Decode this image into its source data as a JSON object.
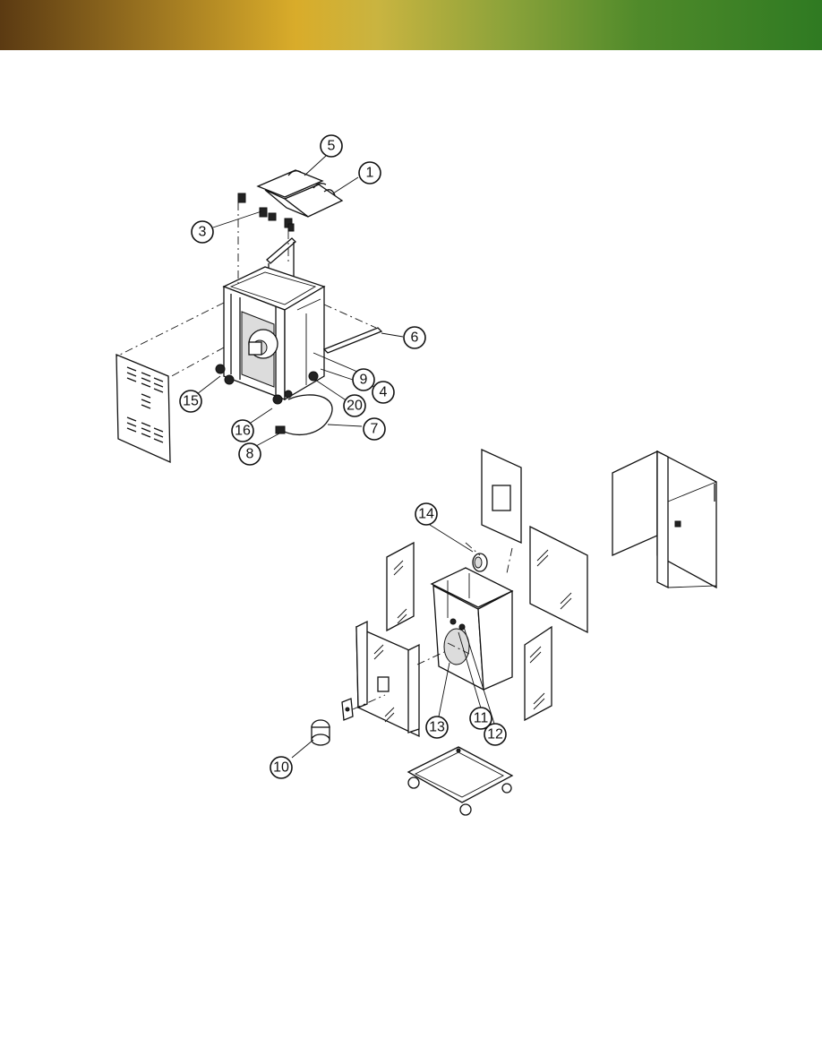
{
  "header": {
    "band_colors": [
      "#5b3a12",
      "#d9ac2a",
      "#2f7a22"
    ]
  },
  "callouts": {
    "c1": "1",
    "c3": "3",
    "c4": "4",
    "c5": "5",
    "c6": "6",
    "c7": "7",
    "c8": "8",
    "c9": "9",
    "c10": "10",
    "c11": "11",
    "c12": "12",
    "c13": "13",
    "c14": "14",
    "c15": "15",
    "c16": "16",
    "c20": "20"
  }
}
